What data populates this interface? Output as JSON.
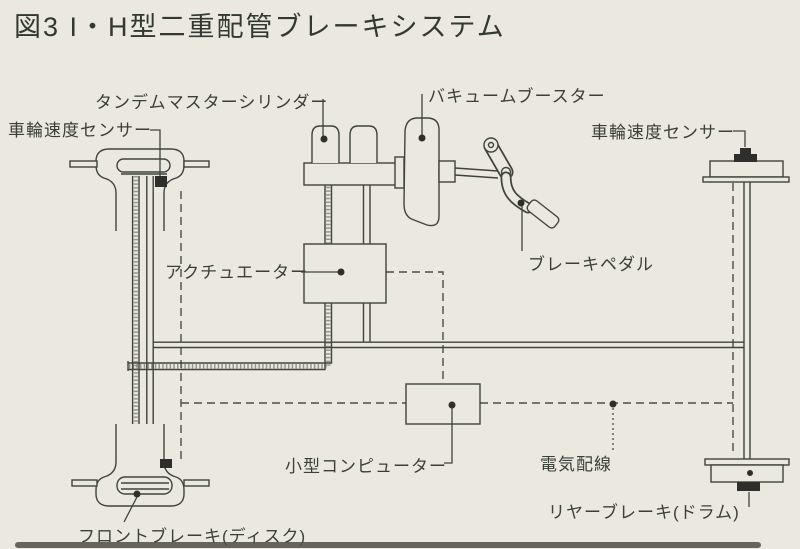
{
  "figure": {
    "title": "図3 I・H型二重配管ブレーキシステム",
    "labels": {
      "tandem_master_cylinder": "タンデムマスターシリンダー",
      "wheel_speed_sensor_left": "車輪速度センサー",
      "vacuum_booster": "バキュームブースター",
      "wheel_speed_sensor_right": "車輪速度センサー",
      "actuator": "アクチュエーター",
      "brake_pedal": "ブレーキペダル",
      "small_computer": "小型コンピューター",
      "electric_wiring": "電気配線",
      "front_brake": "フロントブレーキ(ディスク)",
      "rear_brake": "リヤーブレーキ(ドラム)"
    },
    "colors": {
      "paper": "#eae8df",
      "ink": "#3f443c"
    }
  }
}
